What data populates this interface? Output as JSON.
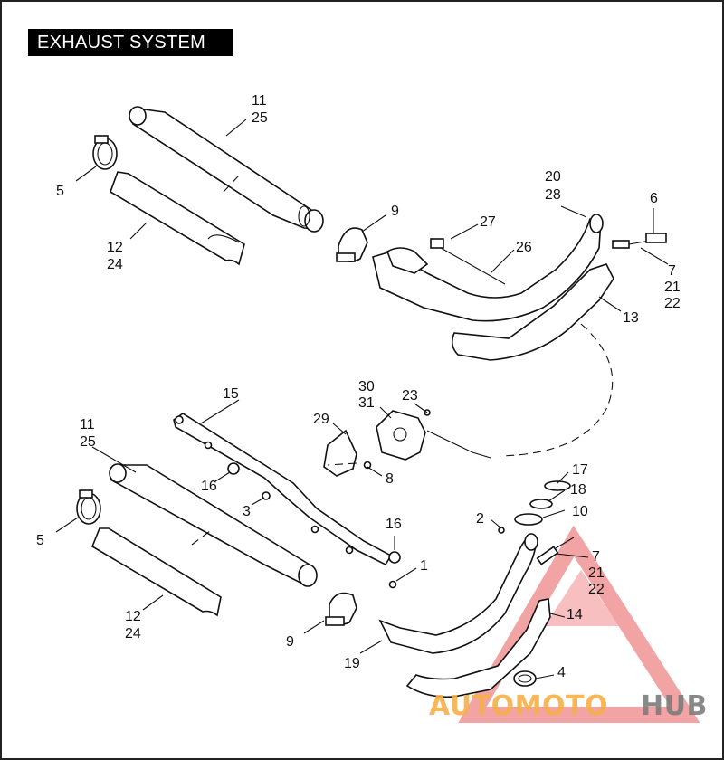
{
  "title": "EXHAUST SYSTEM",
  "callouts": [
    {
      "id": "c-top-muffler",
      "lines": [
        "11",
        "25"
      ]
    },
    {
      "id": "c-top-clamp",
      "lines": [
        "5"
      ]
    },
    {
      "id": "c-top-shield",
      "lines": [
        "12",
        "24"
      ]
    },
    {
      "id": "c-top-band",
      "lines": [
        "9"
      ]
    },
    {
      "id": "c-top-flange",
      "lines": [
        "27"
      ]
    },
    {
      "id": "c-top-strap",
      "lines": [
        "26"
      ]
    },
    {
      "id": "c-front-head",
      "lines": [
        "20",
        "28"
      ]
    },
    {
      "id": "c-top-sensor",
      "lines": [
        "6"
      ]
    },
    {
      "id": "c-top-sensor-parts",
      "lines": [
        "7",
        "21",
        "22"
      ]
    },
    {
      "id": "c-front-shield",
      "lines": [
        "13"
      ]
    },
    {
      "id": "c-crossover",
      "lines": [
        "15"
      ]
    },
    {
      "id": "c-actuator",
      "lines": [
        "30",
        "31"
      ]
    },
    {
      "id": "c-bolt",
      "lines": [
        "23"
      ]
    },
    {
      "id": "c-bracket",
      "lines": [
        "29"
      ]
    },
    {
      "id": "c-screw",
      "lines": [
        "8"
      ]
    },
    {
      "id": "c-bot-muffler",
      "lines": [
        "11",
        "25"
      ]
    },
    {
      "id": "c-grommet",
      "lines": [
        "16"
      ]
    },
    {
      "id": "c-nut",
      "lines": [
        "3"
      ]
    },
    {
      "id": "c-bot-clamp",
      "lines": [
        "5"
      ]
    },
    {
      "id": "c-seal",
      "lines": [
        "16"
      ]
    },
    {
      "id": "c-ring",
      "lines": [
        "17"
      ]
    },
    {
      "id": "c-retainer",
      "lines": [
        "18"
      ]
    },
    {
      "id": "c-gasket",
      "lines": [
        "10"
      ]
    },
    {
      "id": "c-stud",
      "lines": [
        "2"
      ]
    },
    {
      "id": "c-fastener",
      "lines": [
        "1"
      ]
    },
    {
      "id": "c-bot-sensor-parts",
      "lines": [
        "7",
        "21",
        "22"
      ]
    },
    {
      "id": "c-rear-shield",
      "lines": [
        "14"
      ]
    },
    {
      "id": "c-bot-shield",
      "lines": [
        "12",
        "24"
      ]
    },
    {
      "id": "c-bot-band",
      "lines": [
        "9"
      ]
    },
    {
      "id": "c-rear-head",
      "lines": [
        "19"
      ]
    },
    {
      "id": "c-small-clamp",
      "lines": [
        "4"
      ]
    }
  ],
  "watermark": {
    "part1": "AUTOMOTO",
    "part2": "HUB"
  },
  "colors": {
    "watermark_orange": "#f7b04a",
    "watermark_gray": "#7d7d7d",
    "watermark_triangle": "#e8585a"
  }
}
